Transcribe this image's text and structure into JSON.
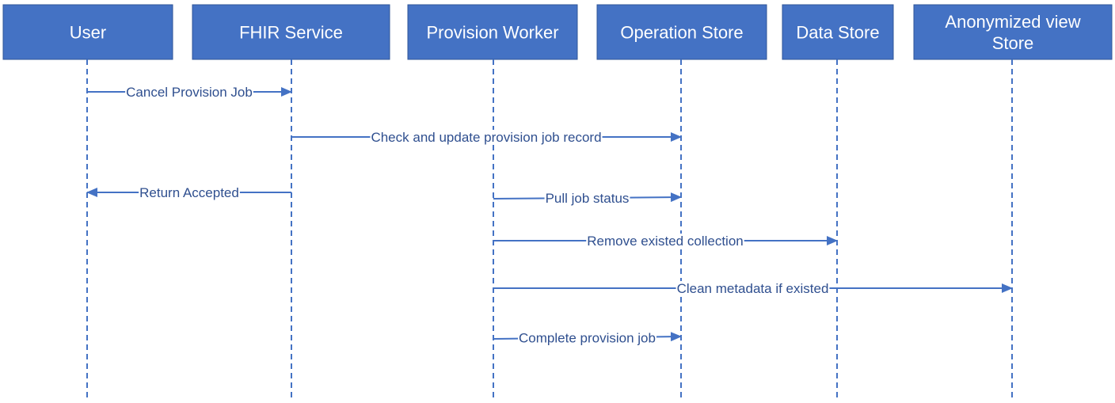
{
  "colors": {
    "box_fill": "#4472c4",
    "box_border": "#2f5597",
    "line": "#4472c4",
    "text": "#2f4f8f",
    "box_text": "#ffffff"
  },
  "participants": [
    {
      "id": "user",
      "label_lines": [
        "User"
      ]
    },
    {
      "id": "fhir",
      "label_lines": [
        "FHIR Service"
      ]
    },
    {
      "id": "worker",
      "label_lines": [
        "Provision Worker"
      ]
    },
    {
      "id": "opstore",
      "label_lines": [
        "Operation Store"
      ]
    },
    {
      "id": "datastore",
      "label_lines": [
        "Data Store"
      ]
    },
    {
      "id": "anon",
      "label_lines": [
        "Anonymized view",
        "Store"
      ]
    }
  ],
  "messages": [
    {
      "from": "user",
      "to": "fhir",
      "label": "Cancel Provision Job"
    },
    {
      "from": "fhir",
      "to": "opstore",
      "label": "Check and update provision job record"
    },
    {
      "from": "fhir",
      "to": "user",
      "label": "Return Accepted"
    },
    {
      "from": "worker",
      "to": "opstore",
      "label": "Pull job status"
    },
    {
      "from": "worker",
      "to": "datastore",
      "label": "Remove existed collection"
    },
    {
      "from": "worker",
      "to": "anon",
      "label": "Clean metadata if existed"
    },
    {
      "from": "worker",
      "to": "opstore",
      "label": "Complete provision job"
    }
  ]
}
